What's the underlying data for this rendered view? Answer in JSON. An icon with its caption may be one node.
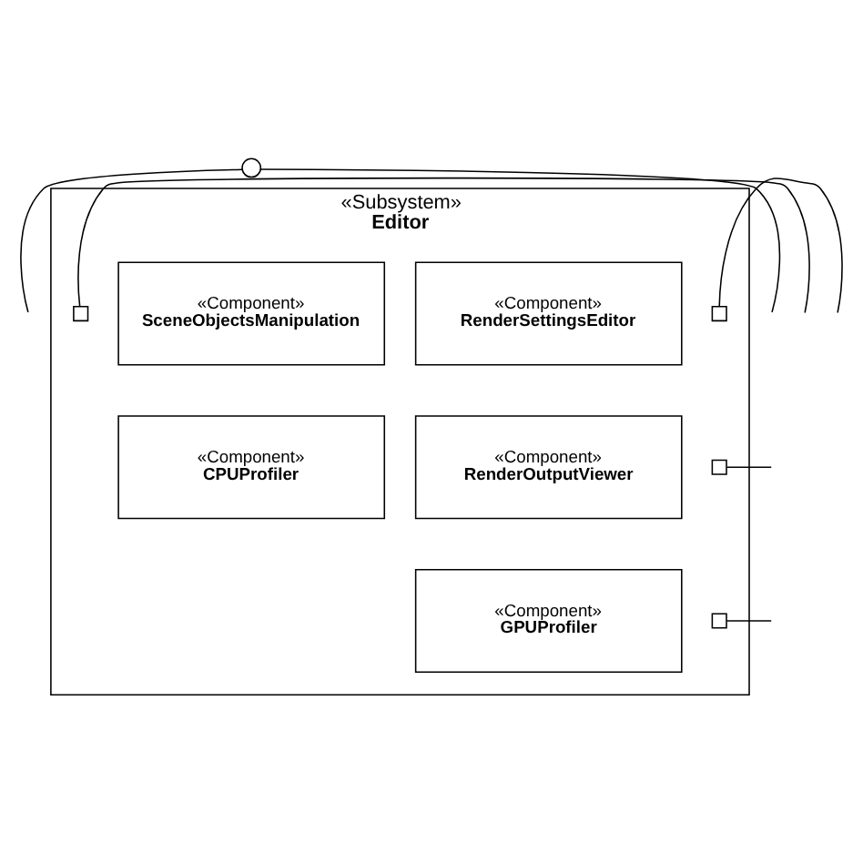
{
  "diagram": {
    "nodes": [
      {
        "text": [
          "«Subsystem»",
          "Editor"
        ]
      },
      {
        "text": [
          "«Component»",
          "SceneObjectsManipulation"
        ],
        "in": 0
      },
      {
        "text": [
          "«Component»",
          "RenderSettingsEditor"
        ],
        "in": 0
      },
      {
        "text": [
          "«Component»",
          "CPUProfiler"
        ],
        "in": 0
      },
      {
        "text": [
          "«Component»",
          "RenderOutputViewer"
        ],
        "in": 0
      },
      {
        "text": [
          "«Component»",
          "GPUProfiler"
        ],
        "in": 0
      },
      {
        "text": [],
        "shape": "circle"
      },
      {
        "text": [],
        "shape": "box",
        "in": 0
      },
      {
        "text": [],
        "shape": "box",
        "in": 0
      },
      {
        "text": [],
        "shape": "box",
        "in": 0
      },
      {
        "text": [],
        "shape": "box",
        "in": 0
      }
    ],
    "edges": [
      {
        "from": 6,
        "to": null,
        "arrow": "none"
      },
      {
        "from": 6,
        "to": null,
        "arrow": "none"
      },
      {
        "from": 7,
        "to": null,
        "arrow": "none"
      },
      {
        "from": 8,
        "to": null,
        "arrow": "none"
      },
      {
        "from": 9,
        "to": null,
        "arrow": "none"
      },
      {
        "from": 10,
        "to": null,
        "arrow": "none"
      }
    ]
  }
}
